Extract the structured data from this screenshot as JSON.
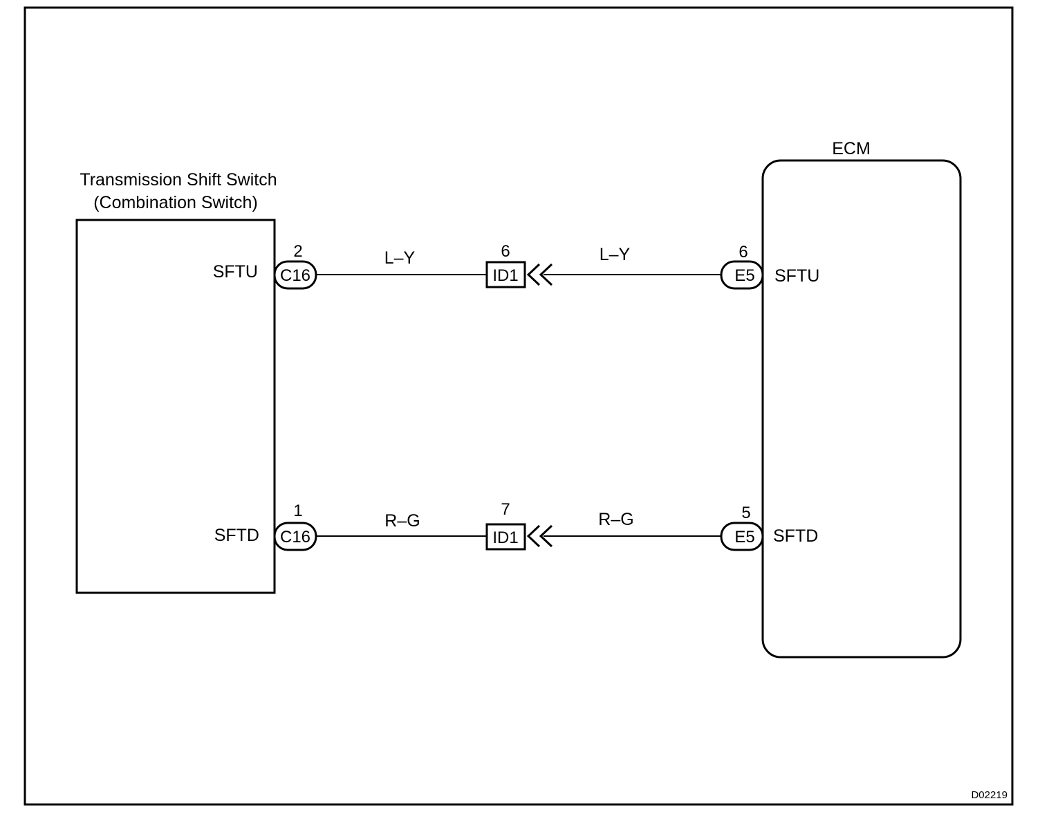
{
  "left_component": {
    "title_line1": "Transmission Shift Switch",
    "title_line2": "(Combination Switch)",
    "terminals": [
      "SFTU",
      "SFTD"
    ]
  },
  "right_component": {
    "title": "ECM",
    "terminals": [
      "SFTU",
      "SFTD"
    ]
  },
  "circuits": [
    {
      "left_connector": "C16",
      "left_pin": "2",
      "wire_left": "L–Y",
      "junction": "ID1",
      "junction_pin": "6",
      "wire_right": "L–Y",
      "right_connector": "E5",
      "right_pin": "6"
    },
    {
      "left_connector": "C16",
      "left_pin": "1",
      "wire_left": "R–G",
      "junction": "ID1",
      "junction_pin": "7",
      "wire_right": "R–G",
      "right_connector": "E5",
      "right_pin": "5"
    }
  ],
  "figure_code": "D02219"
}
